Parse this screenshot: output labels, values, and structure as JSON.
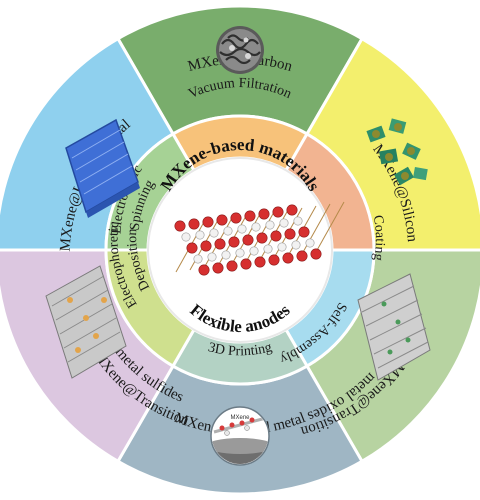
{
  "center": {
    "top_label": "MXene-based materials",
    "bottom_label": "Flexible anodes"
  },
  "outer_ring": [
    {
      "label": "MXene@Carbon",
      "color": "#79ad6c"
    },
    {
      "label": "MXene@Silicon",
      "color": "#f3ef6d"
    },
    {
      "label_lines": [
        "MXene@Transition",
        "metal oxides"
      ],
      "color": "#b7d3a1"
    },
    {
      "label": "MXene@Liquid metal",
      "color": "#9fb6c4"
    },
    {
      "label_lines": [
        "MXene@Transition",
        "metal sulfides"
      ],
      "color": "#dcc7e0"
    },
    {
      "label": "MXene@Lithium metal",
      "color": "#8fd0ee"
    }
  ],
  "middle_ring": [
    {
      "label": "Vacuum Filtration",
      "color": "#f7c27a"
    },
    {
      "label": "Coating",
      "color": "#f2b491"
    },
    {
      "label": "Self-Assembly",
      "color": "#a7dcef"
    },
    {
      "label": "3D Printing",
      "color": "#b3d2c4"
    },
    {
      "label_lines": [
        "Electrophoretic",
        "Deposition"
      ],
      "color": "#cfe08e"
    },
    {
      "label_lines": [
        "Electrostatic",
        "Spinning"
      ],
      "color": "#a6d295"
    }
  ],
  "inset_labels": {
    "liquid_metal_caption": "MXene"
  }
}
